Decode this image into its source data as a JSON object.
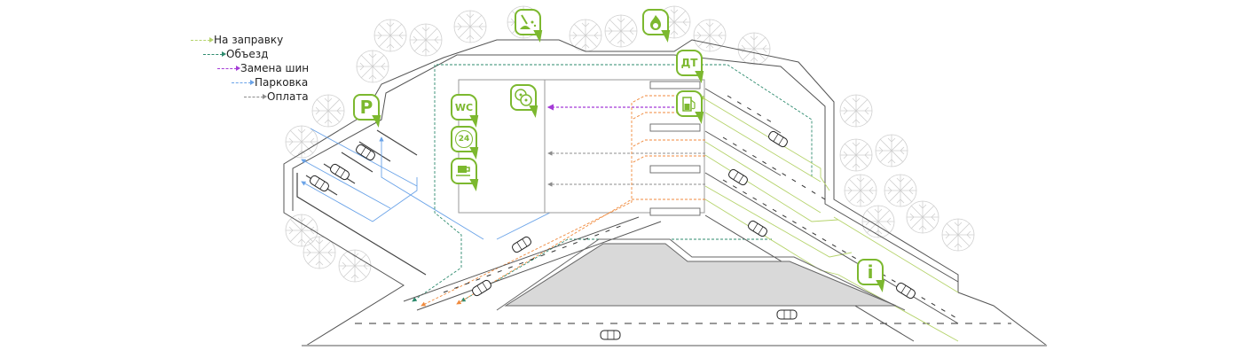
{
  "diagram": {
    "title": "Схема движения на АЗС",
    "legend": [
      {
        "label": "На заправку",
        "color": "#b5d36b"
      },
      {
        "label": "Объезд",
        "color": "#2e8b6e"
      },
      {
        "label": "Замена шин",
        "color": "#a43bd6"
      },
      {
        "label": "Парковка",
        "color": "#6aa3e8"
      },
      {
        "label": "Оплата",
        "color": "#8c8c8c"
      }
    ],
    "markers": {
      "parking": {
        "label": "P",
        "icon": "parking-icon"
      },
      "wc": {
        "label": "WC",
        "icon": "wc-icon"
      },
      "open24": {
        "label": "24",
        "icon": "open-24-icon"
      },
      "cafe": {
        "label": "",
        "icon": "coffee-cup-icon"
      },
      "tire": {
        "label": "",
        "icon": "tire-service-icon"
      },
      "car_wash": {
        "label": "",
        "icon": "car-wash-icon"
      },
      "fire": {
        "label": "",
        "icon": "fire-extinguisher-icon"
      },
      "diesel": {
        "label": "ДТ",
        "icon": "diesel-icon"
      },
      "fuel": {
        "label": "",
        "icon": "fuel-pump-icon"
      },
      "info": {
        "label": "i",
        "icon": "info-icon"
      }
    },
    "colors": {
      "accent": "#7cb82f",
      "fuel_route": "#b5d36b",
      "bypass_route": "#2e8b6e",
      "tire_route": "#a43bd6",
      "parking_route": "#6aa3e8",
      "payment_route": "#8c8c8c",
      "exit_route": "#f08a3c",
      "road_line": "#555555",
      "tree": "#c8c8c8",
      "building_fill": "#d9d9d9"
    }
  }
}
